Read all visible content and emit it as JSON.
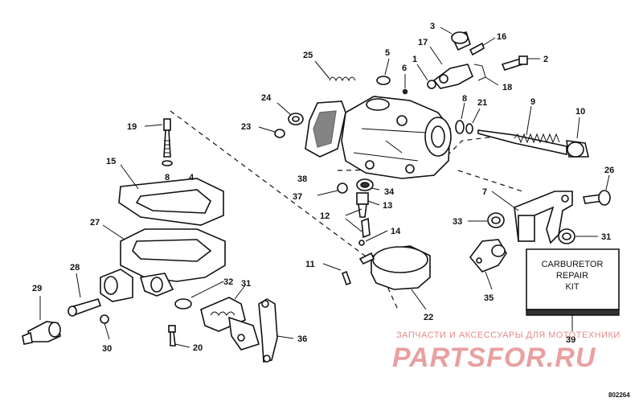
{
  "callouts": [
    "1",
    "2",
    "3",
    "4",
    "5",
    "6",
    "7",
    "8",
    "9",
    "10",
    "11",
    "12",
    "13",
    "14",
    "15",
    "16",
    "17",
    "18",
    "19",
    "20",
    "21",
    "22",
    "23",
    "24",
    "25",
    "26",
    "27",
    "28",
    "29",
    "30",
    "31",
    "32",
    "33",
    "34",
    "35",
    "36",
    "37",
    "38",
    "39"
  ],
  "label_4_prefix": "8",
  "repair_kit": {
    "line1": "CARBURETOR",
    "line2": "REPAIR",
    "line3": "KIT"
  },
  "watermark": {
    "top": "ЗАПЧАСТИ И АКСЕССУАРЫ ДЛЯ МОТОТЕХНИКИ",
    "brand": "PARTSFOR.RU"
  },
  "drawing_code": "802264",
  "colors": {
    "ink": "#111111",
    "watermark": "#e9a0a0"
  }
}
